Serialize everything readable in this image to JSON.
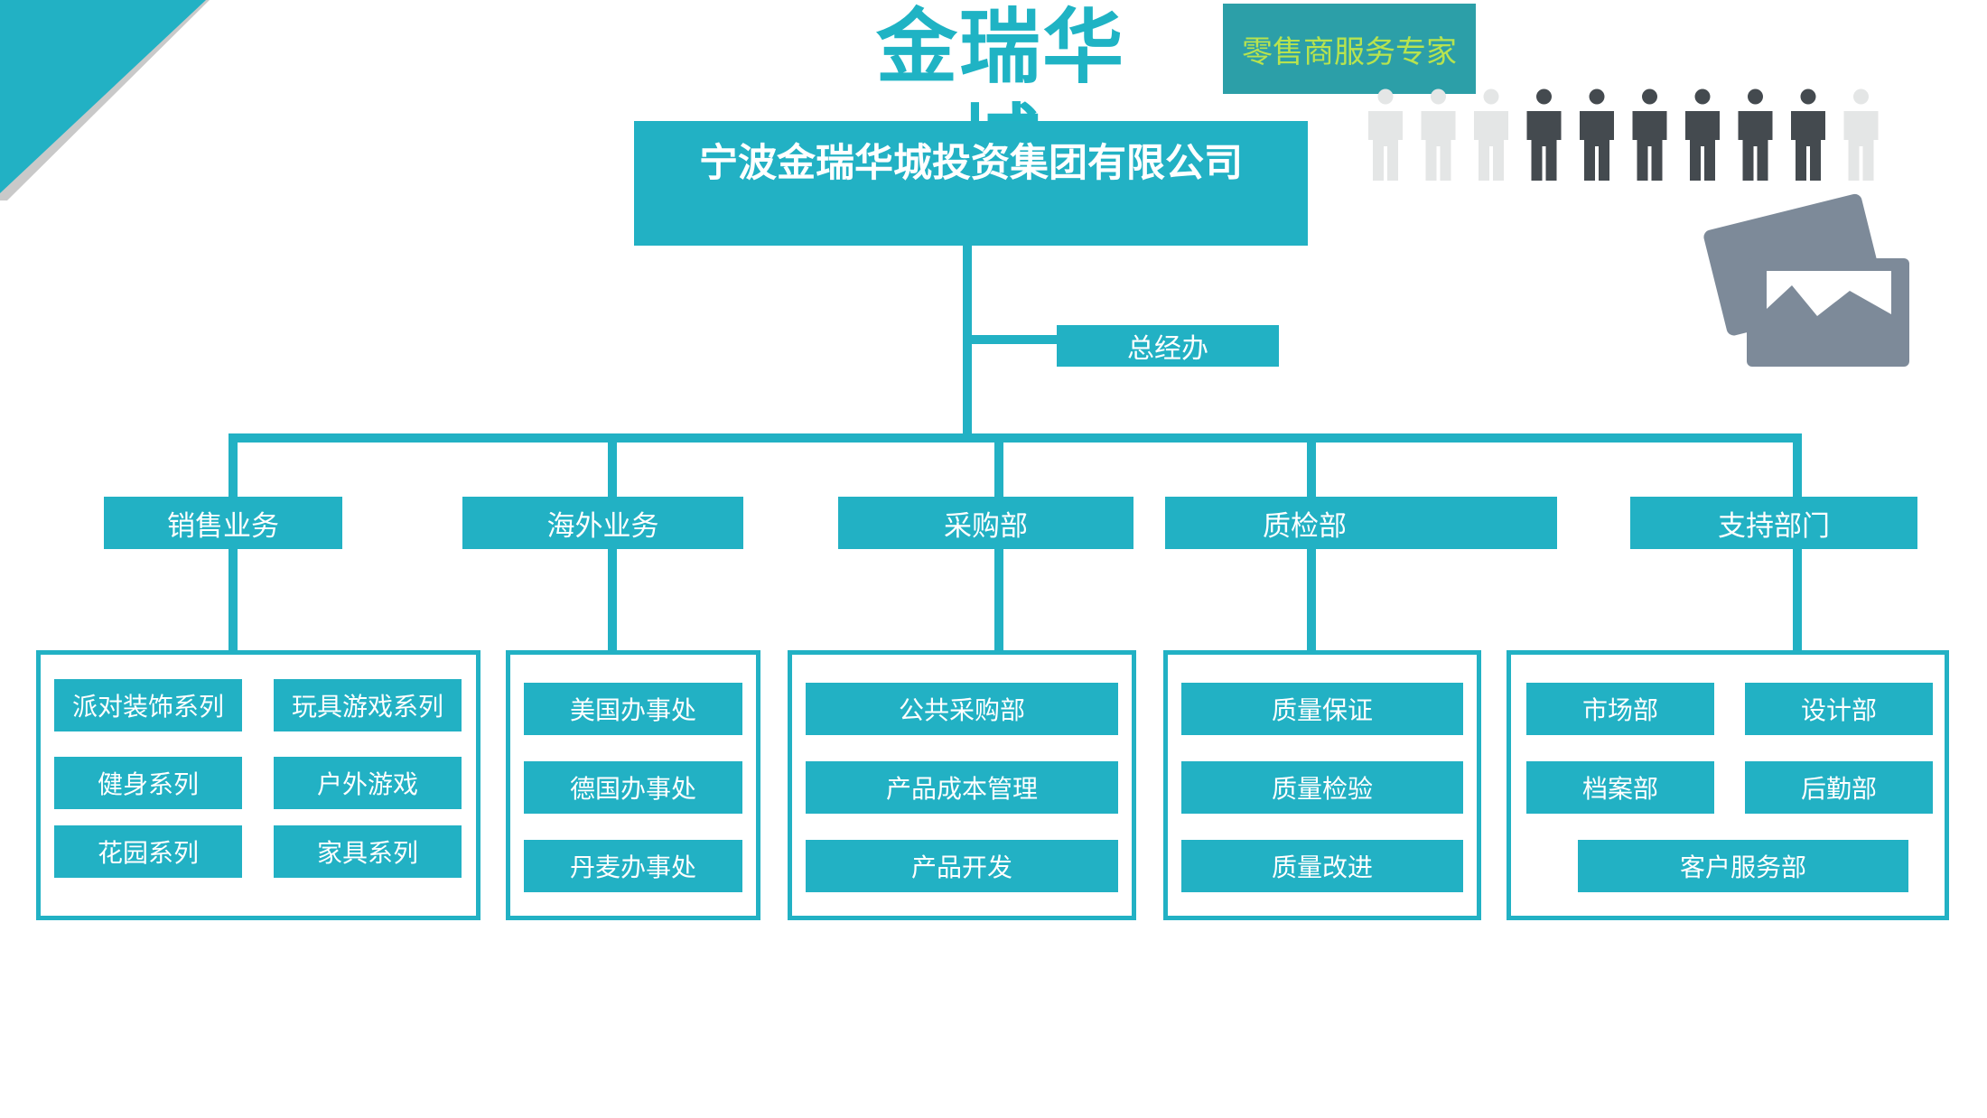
{
  "header": {
    "brand": "金瑞华城",
    "tagline": "零售商服务专家"
  },
  "colors": {
    "accent": "#22b1c4",
    "tag_bg": "#2c9fa8",
    "tag_text": "#b7e34f",
    "icon_dark": "#444a4f",
    "icon_light": "#e4e6e6",
    "photo_icon": "#7d8a99"
  },
  "icons": {
    "people": "people-icons",
    "photo": "photo-icon"
  },
  "org": {
    "root": "宁波金瑞华城投资集团有限公司",
    "office": "总经办",
    "departments": [
      {
        "name": "销售业务",
        "units": [
          "派对装饰系列",
          "玩具游戏系列",
          "健身系列",
          "户外游戏",
          "花园系列",
          "家具系列"
        ]
      },
      {
        "name": "海外业务",
        "units": [
          "美国办事处",
          "德国办事处",
          "丹麦办事处"
        ]
      },
      {
        "name": "采购部",
        "units": [
          "公共采购部",
          "产品成本管理",
          "产品开发"
        ]
      },
      {
        "name": "质检部",
        "units": [
          "质量保证",
          "质量检验",
          "质量改进"
        ]
      },
      {
        "name": "支持部门",
        "units": [
          "市场部",
          "设计部",
          "档案部",
          "后勤部",
          "客户服务部"
        ]
      }
    ]
  }
}
